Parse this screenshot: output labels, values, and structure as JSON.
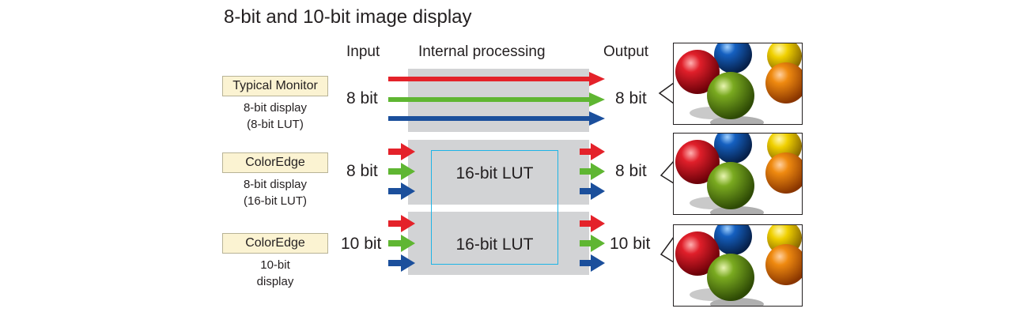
{
  "title": "8-bit and 10-bit image display",
  "columns": {
    "input": "Input",
    "processing": "Internal processing",
    "output": "Output"
  },
  "rows": [
    {
      "tag": "Typical Monitor",
      "desc_line1": "8-bit display",
      "desc_line2": "(8-bit LUT)",
      "input_bits": "8 bit",
      "output_bits": "8 bit"
    },
    {
      "tag": "ColorEdge",
      "desc_line1": "8-bit display",
      "desc_line2": "(16-bit LUT)",
      "input_bits": "8 bit",
      "output_bits": "8 bit",
      "lut": "16-bit LUT"
    },
    {
      "tag": "ColorEdge",
      "desc_line1": "10-bit",
      "desc_line2": "display",
      "input_bits": "10 bit",
      "output_bits": "10 bit",
      "lut": "16-bit LUT"
    }
  ],
  "colors": {
    "red": "#e4222a",
    "green": "#5fb632",
    "blue": "#1b4f9c",
    "lut_border": "#1eb4e6",
    "panel": "#d2d3d5",
    "tag_bg": "#fbf3d2"
  }
}
